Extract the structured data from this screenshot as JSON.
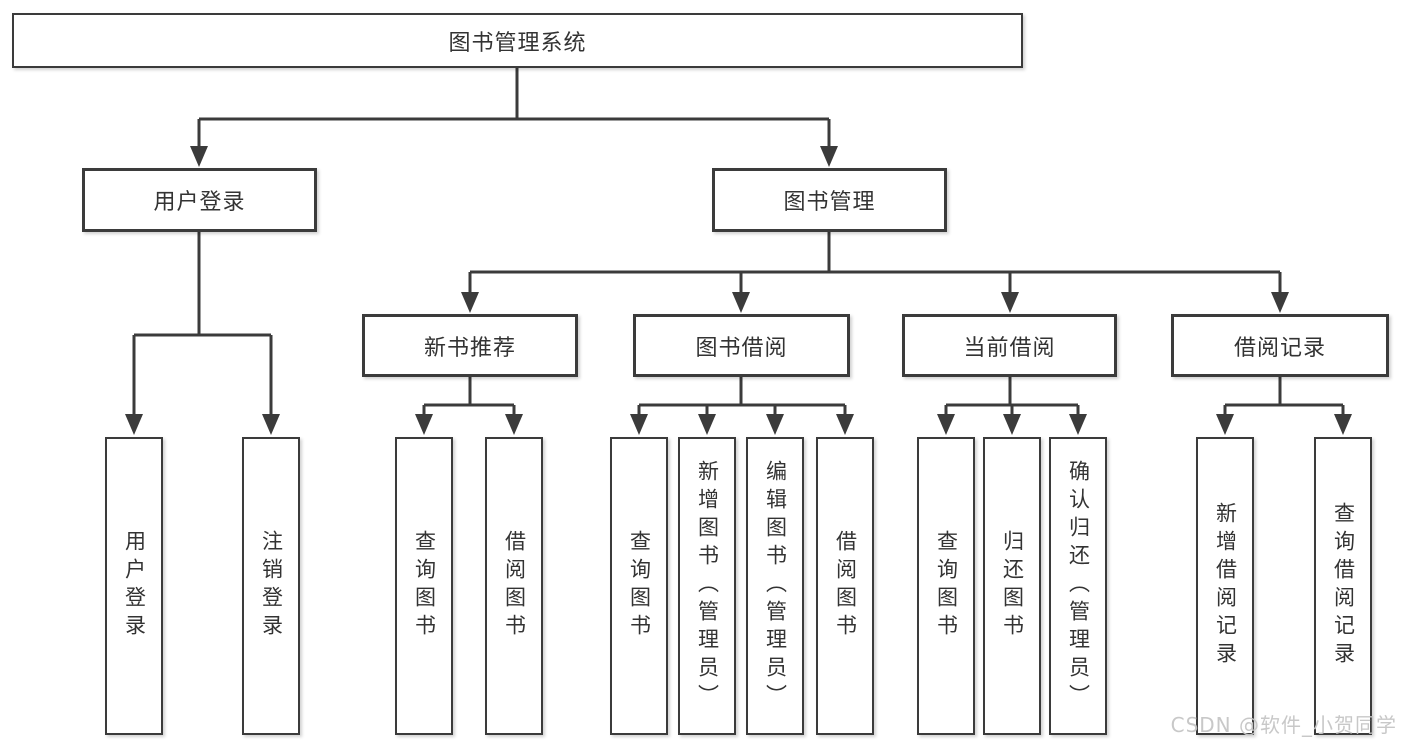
{
  "nodes": {
    "root": {
      "label": "图书管理系统"
    },
    "user_login": {
      "label": "用户登录"
    },
    "book_mgmt": {
      "label": "图书管理"
    },
    "new_book_rec": {
      "label": "新书推荐"
    },
    "book_borrow": {
      "label": "图书借阅"
    },
    "current_borrow": {
      "label": "当前借阅"
    },
    "borrow_record": {
      "label": "借阅记录"
    },
    "leaf_user_login": {
      "label": "用户登录"
    },
    "leaf_logout": {
      "label": "注销登录"
    },
    "leaf_query_book_1": {
      "label": "查询图书"
    },
    "leaf_borrow_book_1": {
      "label": "借阅图书"
    },
    "leaf_query_book_2": {
      "label": "查询图书"
    },
    "leaf_add_book": {
      "label": "新增图书（管理员）"
    },
    "leaf_edit_book": {
      "label": "编辑图书（管理员）"
    },
    "leaf_borrow_book_2": {
      "label": "借阅图书"
    },
    "leaf_query_book_3": {
      "label": "查询图书"
    },
    "leaf_return_book": {
      "label": "归还图书"
    },
    "leaf_confirm_return": {
      "label": "确认归还（管理员）"
    },
    "leaf_add_record": {
      "label": "新增借阅记录"
    },
    "leaf_query_record": {
      "label": "查询借阅记录"
    }
  },
  "watermark": {
    "text": "CSDN @软件_小贺同学"
  },
  "colors": {
    "line": "#3b3b3b",
    "text": "#333333",
    "background": "#ffffff",
    "watermark": "#c5c5c5"
  }
}
